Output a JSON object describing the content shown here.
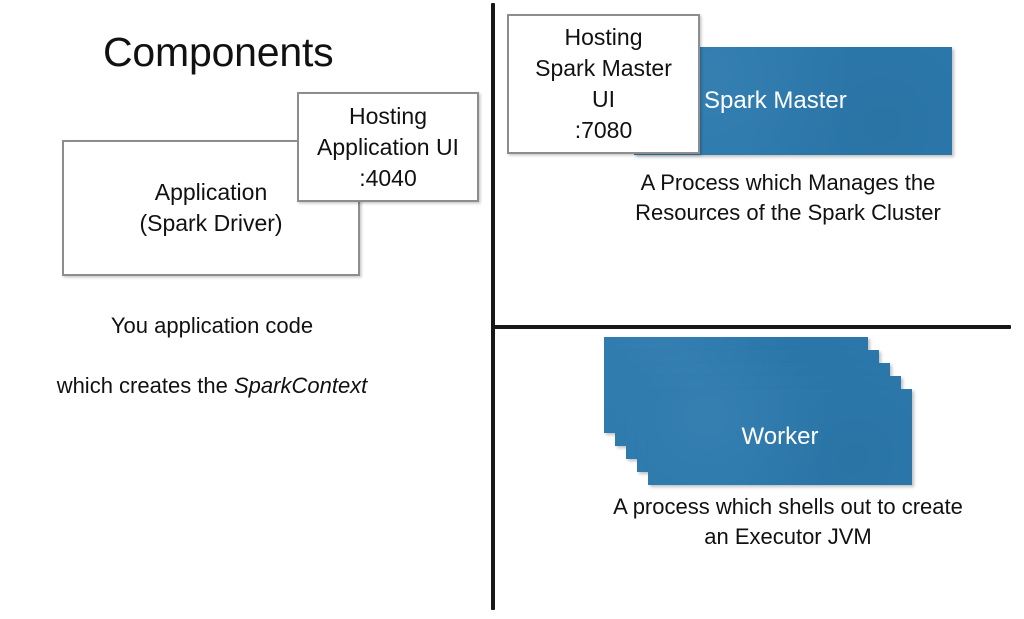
{
  "diagram": {
    "title": "Components",
    "colors": {
      "process_blue": "#2c79ad",
      "box_border_gray": "#8d8d8d",
      "divider_black": "#17171a",
      "text_dark": "#111111",
      "label_white": "#ffffff"
    }
  },
  "left_panel": {
    "title": "Components",
    "application_box": {
      "label": "Application\n(Spark Driver)"
    },
    "application_ui_box": {
      "label": "Hosting\nApplication UI\n:4040"
    },
    "caption_line1": "You application code",
    "caption_line2_prefix": "which creates the ",
    "caption_line2_italic": "SparkContext"
  },
  "master_panel": {
    "master_ui_box": {
      "label": "Hosting\nSpark Master\nUI\n:7080"
    },
    "process_box": {
      "label": "Spark Master"
    },
    "caption": "A Process which Manages the\nResources of the Spark Cluster"
  },
  "worker_panel": {
    "process_box": {
      "label": "Worker",
      "stack_count": 5
    },
    "caption": "A process which shells out to create\nan Executor JVM"
  }
}
